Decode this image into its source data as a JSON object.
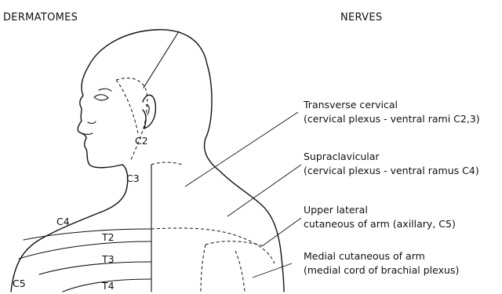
{
  "headers": {
    "left": "DERMATOMES",
    "right": "NERVES"
  },
  "dermatomes": [
    "C2",
    "C3",
    "C4",
    "T2",
    "T3",
    "T4",
    "C5"
  ],
  "nerves": [
    {
      "name": "Transverse cervical",
      "detail": "(cervical plexus - ventral rami C2,3)"
    },
    {
      "name": "Supraclavicular",
      "detail": "(cervical plexus - ventral ramus C4)"
    },
    {
      "name": "Upper lateral",
      "detail": "cutaneous of arm (axillary, C5)"
    },
    {
      "name": "Medial cutaneous of arm",
      "detail": "(medial cord of brachial plexus)"
    }
  ]
}
